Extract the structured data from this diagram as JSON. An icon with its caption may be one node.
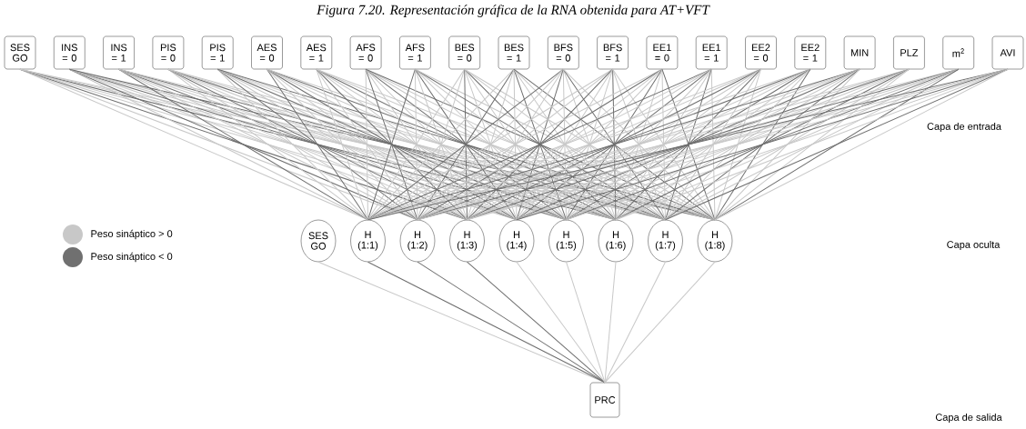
{
  "diagram": {
    "title": "Figura 7.20. Representación gráfica de la RNA obtenida para AT+VFT",
    "nodes": [
      {
        "text": [
          "SES GO"
        ]
      },
      {
        "text": [
          "INS = 0"
        ]
      },
      {
        "text": [
          "INS = 1"
        ]
      },
      {
        "text": [
          "PIS = 0"
        ]
      },
      {
        "text": [
          "PIS = 1"
        ]
      },
      {
        "text": [
          "AES = 0"
        ]
      },
      {
        "text": [
          "AES = 1"
        ]
      },
      {
        "text": [
          "AFS = 0"
        ]
      },
      {
        "text": [
          "AFS = 1"
        ]
      },
      {
        "text": [
          "BES = 0"
        ]
      },
      {
        "text": [
          "BES = 1"
        ]
      },
      {
        "text": [
          "BFS = 0"
        ]
      },
      {
        "text": [
          "BFS = 1"
        ]
      },
      {
        "text": [
          "EE1 = 0"
        ]
      },
      {
        "text": [
          "EE1 = 1"
        ]
      },
      {
        "text": [
          "EE2 = 0"
        ]
      },
      {
        "text": [
          "EE2 = 1"
        ]
      },
      {
        "text": [
          "MIN"
        ]
      },
      {
        "text": [
          "PLZ"
        ]
      },
      {
        "text": [
          "m$^{2}$"
        ]
      },
      {
        "text": [
          "AVI"
        ]
      },
      {
        "text": [
          "SES GO"
        ]
      },
      {
        "text": [
          "H (1:1)"
        ]
      },
      {
        "text": [
          "H (1:2)"
        ]
      },
      {
        "text": [
          "H (1:3)"
        ]
      },
      {
        "text": [
          "H (1:4)"
        ]
      },
      {
        "text": [
          "H (1:5)"
        ]
      },
      {
        "text": [
          "H (1:6)"
        ]
      },
      {
        "text": [
          "H (1:7)"
        ]
      },
      {
        "text": [
          "H (1:8)"
        ]
      },
      {
        "text": [
          "PRC"
        ]
      }
    ],
    "edges": [
      {
        "from": 0,
        "to": 22,
        "arrow": "none"
      },
      {
        "from": 0,
        "to": 23,
        "arrow": "none"
      },
      {
        "from": 0,
        "to": 24,
        "arrow": "none",
        "color": "#6e6e6e"
      },
      {
        "from": 0,
        "to": 25,
        "arrow": "none"
      },
      {
        "from": 0,
        "to": 26,
        "arrow": "none"
      },
      {
        "from": 0,
        "to": 27,
        "arrow": "none",
        "color": "#6e6e6e"
      },
      {
        "from": 0,
        "to": 28,
        "arrow": "none"
      },
      {
        "from": 0,
        "to": 29,
        "arrow": "none"
      },
      {
        "from": 1,
        "to": 22,
        "arrow": "none"
      },
      {
        "from": 1,
        "to": 23,
        "arrow": "none",
        "color": "#6e6e6e"
      },
      {
        "from": 1,
        "to": 24,
        "arrow": "none"
      },
      {
        "from": 1,
        "to": 25,
        "arrow": "none"
      },
      {
        "from": 1,
        "to": 26,
        "arrow": "none",
        "color": "#6e6e6e"
      },
      {
        "from": 1,
        "to": 27,
        "arrow": "none"
      },
      {
        "from": 1,
        "to": 28,
        "arrow": "none"
      },
      {
        "from": 1,
        "to": 29,
        "arrow": "none",
        "color": "#6e6e6e"
      },
      {
        "from": 2,
        "to": 22,
        "arrow": "none",
        "color": "#6e6e6e"
      },
      {
        "from": 2,
        "to": 23,
        "arrow": "none"
      },
      {
        "from": 2,
        "to": 24,
        "arrow": "none"
      },
      {
        "from": 2,
        "to": 25,
        "arrow": "none",
        "color": "#6e6e6e"
      },
      {
        "from": 2,
        "to": 26,
        "arrow": "none"
      },
      {
        "from": 2,
        "to": 27,
        "arrow": "none"
      },
      {
        "from": 2,
        "to": 28,
        "arrow": "none",
        "color": "#6e6e6e"
      },
      {
        "from": 2,
        "to": 29,
        "arrow": "none"
      },
      {
        "from": 3,
        "to": 22,
        "arrow": "none"
      },
      {
        "from": 3,
        "to": 23,
        "arrow": "none"
      },
      {
        "from": 3,
        "to": 24,
        "arrow": "none",
        "color": "#6e6e6e"
      },
      {
        "from": 3,
        "to": 25,
        "arrow": "none"
      },
      {
        "from": 3,
        "to": 26,
        "arrow": "none"
      },
      {
        "from": 3,
        "to": 27,
        "arrow": "none",
        "color": "#6e6e6e"
      },
      {
        "from": 3,
        "to": 28,
        "arrow": "none"
      },
      {
        "from": 3,
        "to": 29,
        "arrow": "none"
      },
      {
        "from": 4,
        "to": 22,
        "arrow": "none"
      },
      {
        "from": 4,
        "to": 23,
        "arrow": "none",
        "color": "#6e6e6e"
      },
      {
        "from": 4,
        "to": 24,
        "arrow": "none"
      },
      {
        "from": 4,
        "to": 25,
        "arrow": "none"
      },
      {
        "from": 4,
        "to": 26,
        "arrow": "none",
        "color": "#6e6e6e"
      },
      {
        "from": 4,
        "to": 27,
        "arrow": "none"
      },
      {
        "from": 4,
        "to": 28,
        "arrow": "none"
      },
      {
        "from": 4,
        "to": 29,
        "arrow": "none",
        "color": "#6e6e6e"
      },
      {
        "from": 5,
        "to": 22,
        "arrow": "none",
        "color": "#6e6e6e"
      },
      {
        "from": 5,
        "to": 23,
        "arrow": "none"
      },
      {
        "from": 5,
        "to": 24,
        "arrow": "none"
      },
      {
        "from": 5,
        "to": 25,
        "arrow": "none",
        "color": "#6e6e6e"
      },
      {
        "from": 5,
        "to": 26,
        "arrow": "none"
      },
      {
        "from": 5,
        "to": 27,
        "arrow": "none"
      },
      {
        "from": 5,
        "to": 28,
        "arrow": "none",
        "color": "#6e6e6e"
      },
      {
        "from": 5,
        "to": 29,
        "arrow": "none"
      },
      {
        "from": 6,
        "to": 22,
        "arrow": "none"
      },
      {
        "from": 6,
        "to": 23,
        "arrow": "none"
      },
      {
        "from": 6,
        "to": 24,
        "arrow": "none",
        "color": "#6e6e6e"
      },
      {
        "from": 6,
        "to": 25,
        "arrow": "none"
      },
      {
        "from": 6,
        "to": 26,
        "arrow": "none"
      },
      {
        "from": 6,
        "to": 27,
        "arrow": "none",
        "color": "#6e6e6e"
      },
      {
        "from": 6,
        "to": 28,
        "arrow": "none"
      },
      {
        "from": 6,
        "to": 29,
        "arrow": "none"
      },
      {
        "from": 7,
        "to": 22,
        "arrow": "none"
      },
      {
        "from": 7,
        "to": 23,
        "arrow": "none",
        "color": "#6e6e6e"
      },
      {
        "from": 7,
        "to": 24,
        "arrow": "none"
      },
      {
        "from": 7,
        "to": 25,
        "arrow": "none"
      },
      {
        "from": 7,
        "to": 26,
        "arrow": "none",
        "color": "#6e6e6e"
      },
      {
        "from": 7,
        "to": 27,
        "arrow": "none"
      },
      {
        "from": 7,
        "to": 28,
        "arrow": "none"
      },
      {
        "from": 7,
        "to": 29,
        "arrow": "none",
        "color": "#6e6e6e"
      },
      {
        "from": 8,
        "to": 22,
        "arrow": "none",
        "color": "#6e6e6e"
      },
      {
        "from": 8,
        "to": 23,
        "arrow": "none"
      },
      {
        "from": 8,
        "to": 24,
        "arrow": "none"
      },
      {
        "from": 8,
        "to": 25,
        "arrow": "none",
        "color": "#6e6e6e"
      },
      {
        "from": 8,
        "to": 26,
        "arrow": "none"
      },
      {
        "from": 8,
        "to": 27,
        "arrow": "none"
      },
      {
        "from": 8,
        "to": 28,
        "arrow": "none",
        "color": "#6e6e6e"
      },
      {
        "from": 8,
        "to": 29,
        "arrow": "none"
      },
      {
        "from": 9,
        "to": 22,
        "arrow": "none"
      },
      {
        "from": 9,
        "to": 23,
        "arrow": "none"
      },
      {
        "from": 9,
        "to": 24,
        "arrow": "none",
        "color": "#6e6e6e"
      },
      {
        "from": 9,
        "to": 25,
        "arrow": "none"
      },
      {
        "from": 9,
        "to": 26,
        "arrow": "none"
      },
      {
        "from": 9,
        "to": 27,
        "arrow": "none",
        "color": "#6e6e6e"
      },
      {
        "from": 9,
        "to": 28,
        "arrow": "none"
      },
      {
        "from": 9,
        "to": 29,
        "arrow": "none"
      },
      {
        "from": 10,
        "to": 22,
        "arrow": "none"
      },
      {
        "from": 10,
        "to": 23,
        "arrow": "none",
        "color": "#6e6e6e"
      },
      {
        "from": 10,
        "to": 24,
        "arrow": "none"
      },
      {
        "from": 10,
        "to": 25,
        "arrow": "none"
      },
      {
        "from": 10,
        "to": 26,
        "arrow": "none",
        "color": "#6e6e6e"
      },
      {
        "from": 10,
        "to": 27,
        "arrow": "none"
      },
      {
        "from": 10,
        "to": 28,
        "arrow": "none"
      },
      {
        "from": 10,
        "to": 29,
        "arrow": "none",
        "color": "#6e6e6e"
      },
      {
        "from": 11,
        "to": 22,
        "arrow": "none",
        "color": "#6e6e6e"
      },
      {
        "from": 11,
        "to": 23,
        "arrow": "none"
      },
      {
        "from": 11,
        "to": 24,
        "arrow": "none"
      },
      {
        "from": 11,
        "to": 25,
        "arrow": "none",
        "color": "#6e6e6e"
      },
      {
        "from": 11,
        "to": 26,
        "arrow": "none"
      },
      {
        "from": 11,
        "to": 27,
        "arrow": "none"
      },
      {
        "from": 11,
        "to": 28,
        "arrow": "none",
        "color": "#6e6e6e"
      },
      {
        "from": 11,
        "to": 29,
        "arrow": "none"
      },
      {
        "from": 12,
        "to": 22,
        "arrow": "none"
      },
      {
        "from": 12,
        "to": 23,
        "arrow": "none"
      },
      {
        "from": 12,
        "to": 24,
        "arrow": "none",
        "color": "#6e6e6e"
      },
      {
        "from": 12,
        "to": 25,
        "arrow": "none"
      },
      {
        "from": 12,
        "to": 26,
        "arrow": "none"
      },
      {
        "from": 12,
        "to": 27,
        "arrow": "none",
        "color": "#6e6e6e"
      },
      {
        "from": 12,
        "to": 28,
        "arrow": "none"
      },
      {
        "from": 12,
        "to": 29,
        "arrow": "none"
      },
      {
        "from": 13,
        "to": 22,
        "arrow": "none"
      },
      {
        "from": 13,
        "to": 23,
        "arrow": "none",
        "color": "#6e6e6e"
      },
      {
        "from": 13,
        "to": 24,
        "arrow": "none"
      },
      {
        "from": 13,
        "to": 25,
        "arrow": "none"
      },
      {
        "from": 13,
        "to": 26,
        "arrow": "none",
        "color": "#6e6e6e"
      },
      {
        "from": 13,
        "to": 27,
        "arrow": "none"
      },
      {
        "from": 13,
        "to": 28,
        "arrow": "none"
      },
      {
        "from": 13,
        "to": 29,
        "arrow": "none",
        "color": "#6e6e6e"
      },
      {
        "from": 14,
        "to": 22,
        "arrow": "none",
        "color": "#6e6e6e"
      },
      {
        "from": 14,
        "to": 23,
        "arrow": "none"
      },
      {
        "from": 14,
        "to": 24,
        "arrow": "none"
      },
      {
        "from": 14,
        "to": 25,
        "arrow": "none",
        "color": "#6e6e6e"
      },
      {
        "from": 14,
        "to": 26,
        "arrow": "none"
      },
      {
        "from": 14,
        "to": 27,
        "arrow": "none"
      },
      {
        "from": 14,
        "to": 28,
        "arrow": "none",
        "color": "#6e6e6e"
      },
      {
        "from": 14,
        "to": 29,
        "arrow": "none"
      },
      {
        "from": 15,
        "to": 22,
        "arrow": "none"
      },
      {
        "from": 15,
        "to": 23,
        "arrow": "none"
      },
      {
        "from": 15,
        "to": 24,
        "arrow": "none",
        "color": "#6e6e6e"
      },
      {
        "from": 15,
        "to": 25,
        "arrow": "none"
      },
      {
        "from": 15,
        "to": 26,
        "arrow": "none"
      },
      {
        "from": 15,
        "to": 27,
        "arrow": "none",
        "color": "#6e6e6e"
      },
      {
        "from": 15,
        "to": 28,
        "arrow": "none"
      },
      {
        "from": 15,
        "to": 29,
        "arrow": "none"
      },
      {
        "from": 16,
        "to": 22,
        "arrow": "none"
      },
      {
        "from": 16,
        "to": 23,
        "arrow": "none",
        "color": "#6e6e6e"
      },
      {
        "from": 16,
        "to": 24,
        "arrow": "none"
      },
      {
        "from": 16,
        "to": 25,
        "arrow": "none"
      },
      {
        "from": 16,
        "to": 26,
        "arrow": "none",
        "color": "#6e6e6e"
      },
      {
        "from": 16,
        "to": 27,
        "arrow": "none"
      },
      {
        "from": 16,
        "to": 28,
        "arrow": "none"
      },
      {
        "from": 16,
        "to": 29,
        "arrow": "none",
        "color": "#6e6e6e"
      },
      {
        "from": 17,
        "to": 22,
        "arrow": "none",
        "color": "#6e6e6e"
      },
      {
        "from": 17,
        "to": 23,
        "arrow": "none"
      },
      {
        "from": 17,
        "to": 24,
        "arrow": "none"
      },
      {
        "from": 17,
        "to": 25,
        "arrow": "none",
        "color": "#6e6e6e"
      },
      {
        "from": 17,
        "to": 26,
        "arrow": "none"
      },
      {
        "from": 17,
        "to": 27,
        "arrow": "none"
      },
      {
        "from": 17,
        "to": 28,
        "arrow": "none",
        "color": "#6e6e6e"
      },
      {
        "from": 17,
        "to": 29,
        "arrow": "none"
      },
      {
        "from": 18,
        "to": 22,
        "arrow": "none"
      },
      {
        "from": 18,
        "to": 23,
        "arrow": "none"
      },
      {
        "from": 18,
        "to": 24,
        "arrow": "none",
        "color": "#6e6e6e"
      },
      {
        "from": 18,
        "to": 25,
        "arrow": "none"
      },
      {
        "from": 18,
        "to": 26,
        "arrow": "none"
      },
      {
        "from": 18,
        "to": 27,
        "arrow": "none",
        "color": "#6e6e6e"
      },
      {
        "from": 18,
        "to": 28,
        "arrow": "none"
      },
      {
        "from": 18,
        "to": 29,
        "arrow": "none"
      },
      {
        "from": 19,
        "to": 22,
        "arrow": "none"
      },
      {
        "from": 19,
        "to": 23,
        "arrow": "none",
        "color": "#6e6e6e"
      },
      {
        "from": 19,
        "to": 24,
        "arrow": "none"
      },
      {
        "from": 19,
        "to": 25,
        "arrow": "none"
      },
      {
        "from": 19,
        "to": 26,
        "arrow": "none",
        "color": "#6e6e6e"
      },
      {
        "from": 19,
        "to": 27,
        "arrow": "none"
      },
      {
        "from": 19,
        "to": 28,
        "arrow": "none"
      },
      {
        "from": 19,
        "to": 29,
        "arrow": "none",
        "color": "#6e6e6e"
      },
      {
        "from": 20,
        "to": 22,
        "arrow": "none",
        "color": "#6e6e6e"
      },
      {
        "from": 20,
        "to": 23,
        "arrow": "none"
      },
      {
        "from": 20,
        "to": 24,
        "arrow": "none"
      },
      {
        "from": 20,
        "to": 25,
        "arrow": "none",
        "color": "#6e6e6e"
      },
      {
        "from": 20,
        "to": 26,
        "arrow": "none"
      },
      {
        "from": 20,
        "to": 27,
        "arrow": "none"
      },
      {
        "from": 20,
        "to": 28,
        "arrow": "none",
        "color": "#6e6e6e"
      },
      {
        "from": 20,
        "to": 29,
        "arrow": "none"
      },
      {
        "from": 21,
        "to": 30,
        "arrow": "none"
      },
      {
        "from": 22,
        "to": 30,
        "arrow": "none",
        "color": "#6e6e6e"
      },
      {
        "from": 23,
        "to": 30,
        "arrow": "none",
        "color": "#6e6e6e"
      },
      {
        "from": 24,
        "to": 30,
        "arrow": "none",
        "color": "#6e6e6e"
      },
      {
        "from": 25,
        "to": 30,
        "arrow": "none"
      },
      {
        "from": 26,
        "to": 30,
        "arrow": "none"
      },
      {
        "from": 27,
        "to": 30,
        "arrow": "none"
      },
      {
        "from": 28,
        "to": 30,
        "arrow": "none"
      },
      {
        "from": 29,
        "to": 30,
        "arrow": "none"
      }
    ],
    "labels": [
      "Capa de entrada",
      "Capa oculta",
      "Capa de salida"
    ],
    "legend": [
      {
        "text": "Peso sináptico > 0",
        "color": "#c8c8c8"
      },
      {
        "text": "Peso sináptico < 0",
        "color": "#707070"
      }
    ]
  }
}
